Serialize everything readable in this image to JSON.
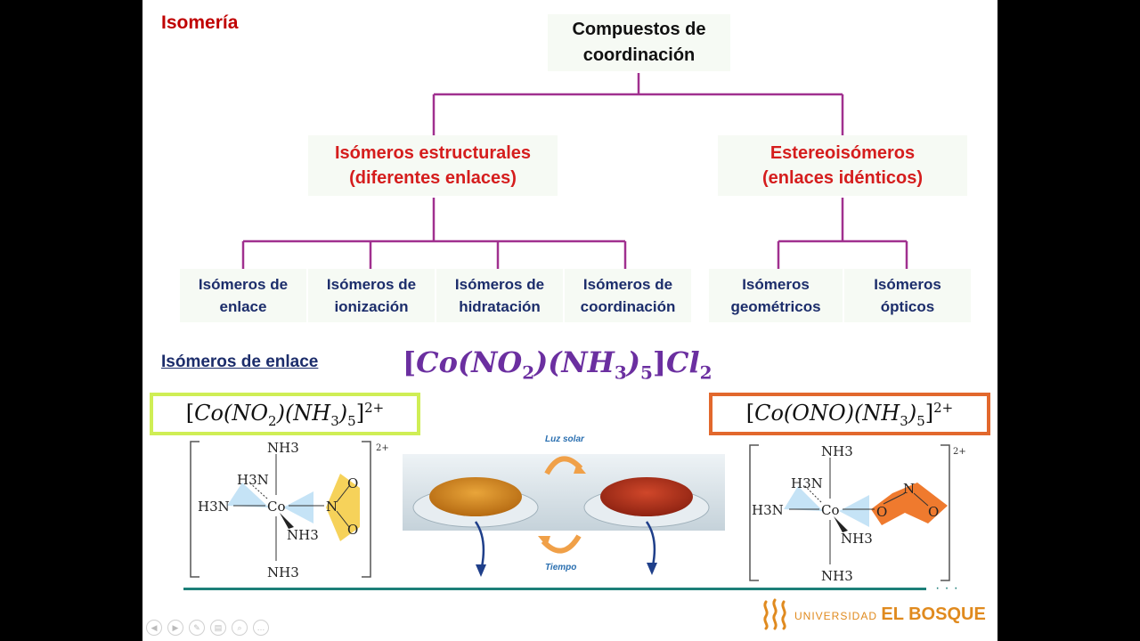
{
  "title": "Isomería",
  "root": {
    "line1": "Compuestos de",
    "line2": "coordinación"
  },
  "branches": [
    {
      "line1": "Isómeros estructurales",
      "line2": "(diferentes enlaces)"
    },
    {
      "line1": "Estereoisómeros",
      "line2": "(enlaces idénticos)"
    }
  ],
  "leaves": [
    {
      "line1": "Isómeros de",
      "line2": "enlace"
    },
    {
      "line1": "Isómeros de",
      "line2": "ionización"
    },
    {
      "line1": "Isómeros de",
      "line2": "hidratación"
    },
    {
      "line1": "Isómeros de",
      "line2": "coordinación"
    },
    {
      "line1": "Isómeros",
      "line2": "geométricos"
    },
    {
      "line1": "Isómeros",
      "line2": "ópticos"
    }
  ],
  "section_heading": "Isómeros de enlace",
  "main_formula": {
    "open": "[",
    "a": "Co(NO",
    "s1": "2",
    "b": ")(NH",
    "s2": "3",
    "c": ")",
    "s3": "5",
    "close": "]",
    "d": "Cl",
    "s4": "2"
  },
  "left_formula": {
    "open": "[",
    "a": "Co(NO",
    "s1": "2",
    "b": ")(NH",
    "s2": "3",
    "c": ")",
    "s3": "5",
    "close": "]",
    "charge": "2+"
  },
  "right_formula": {
    "open": "[",
    "a": "Co(ONO)(NH",
    "s1": "3",
    "c": ")",
    "s3": "5",
    "close": "]",
    "charge": "2+"
  },
  "left_structure": {
    "top": "NH3",
    "upper_left": "H3N",
    "left": "H3N",
    "center": "Co",
    "lower_right": "NH3",
    "bottom": "NH3",
    "ligand_n": "N",
    "ligand_o1": "O",
    "ligand_o2": "O",
    "charge": "2+"
  },
  "right_structure": {
    "top": "NH3",
    "upper_left": "H3N",
    "left": "H3N",
    "center": "Co",
    "lower_right": "NH3",
    "bottom": "NH3",
    "ligand_o1": "O",
    "ligand_n": "N",
    "ligand_o2": "O",
    "charge": "2+"
  },
  "photo": {
    "top_label": "Luz solar",
    "bottom_label": "Tiempo"
  },
  "logo": {
    "prefix": "UNIVERSIDAD",
    "name": "EL BOSQUE"
  },
  "colors": {
    "tree_lines": "#a0308f",
    "red": "#d51d1d",
    "navy": "#1c2d6b",
    "purple": "#6b2fa0",
    "left_box": "#cfee55",
    "right_box": "#e2682d",
    "baseline": "#1d7f79",
    "logo": "#e08a1e"
  }
}
